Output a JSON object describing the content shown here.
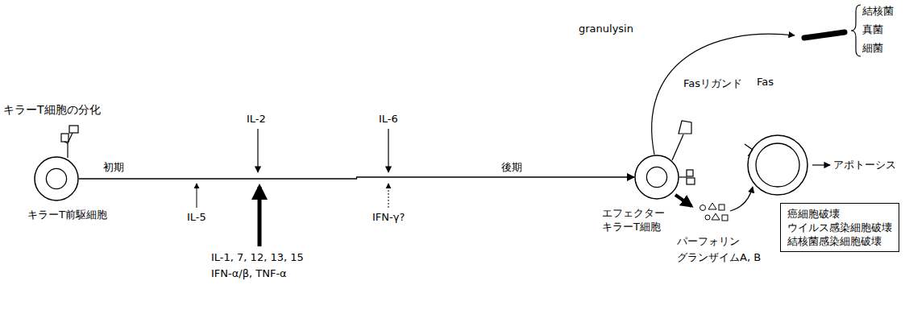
{
  "diagram": {
    "title": "キラーT細胞の分化",
    "nodes": [
      {
        "text": [
          "キラーT前駆細胞"
        ]
      },
      {
        "text": [
          "エフェクター キラーT細胞"
        ]
      },
      {
        "text": [
          "Fas"
        ]
      },
      {
        "text": [
          "癌細胞破壊",
          "ウイルス感染細胞破壊",
          "結核菌感染細胞破壊"
        ]
      }
    ],
    "edges": [
      {
        "from": 0,
        "to": 1,
        "arrow": "to"
      }
    ],
    "labels": [
      "初期",
      "後期",
      "IL-2",
      "IL-6",
      "IL-5",
      "IL-1, 7, 12, 13, 15",
      "IFN-α/β, TNF-α",
      "IFN-γ?",
      "Fasリガンド",
      "granulysin",
      "結核菌",
      "真菌",
      "細菌",
      "パーフォリン",
      "グランザイムA, B",
      "アポトーシス"
    ]
  }
}
